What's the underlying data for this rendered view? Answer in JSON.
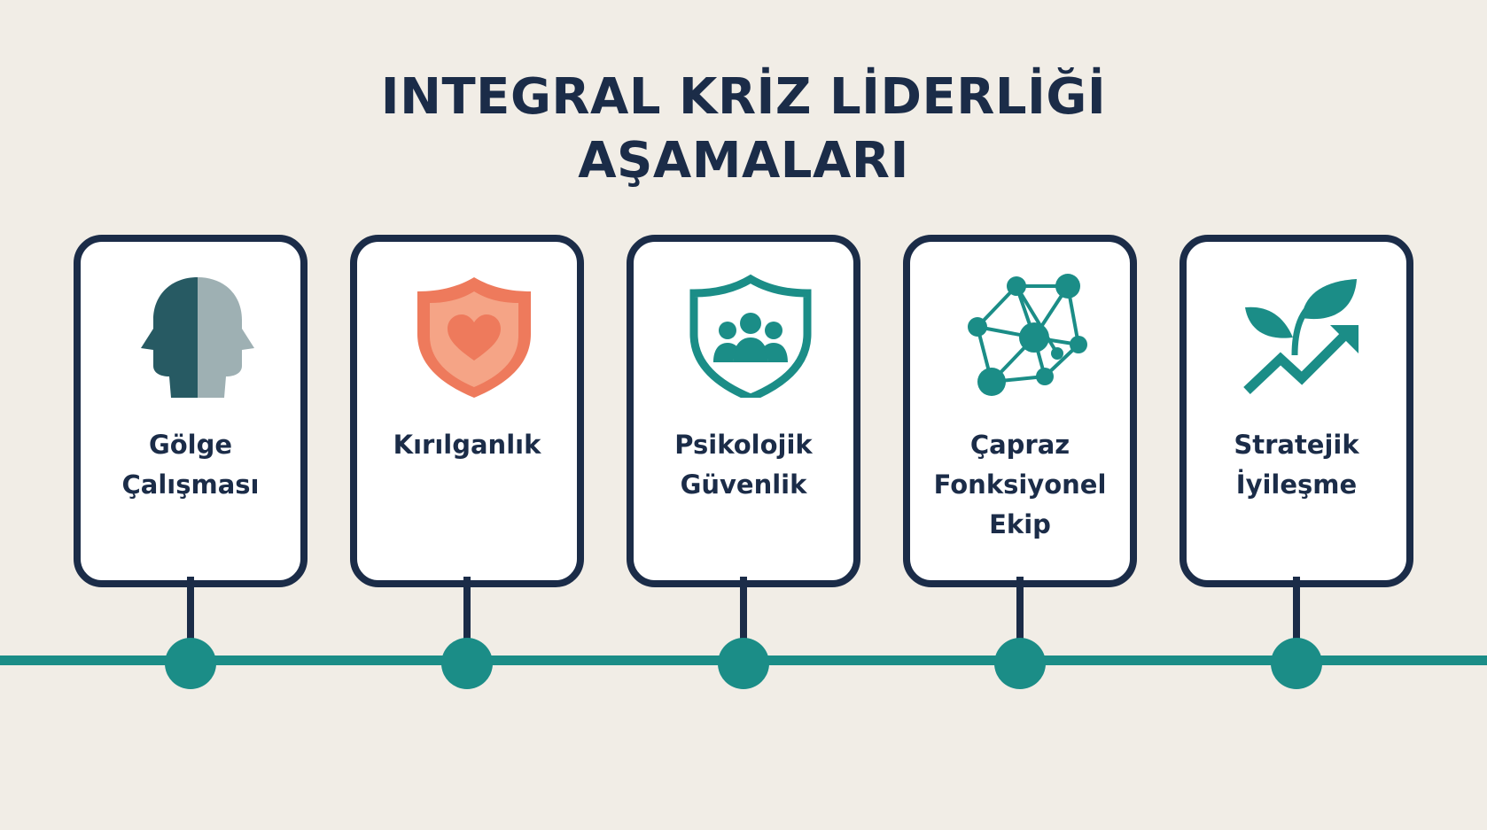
{
  "title": {
    "line1": "INTEGRAL KRİZ LİDERLİĞİ",
    "line2": "AŞAMALARI"
  },
  "stages": [
    {
      "label": [
        "Gölge",
        "Çalışması"
      ],
      "icon": "head-profile-icon"
    },
    {
      "label": [
        "Kırılganlık"
      ],
      "icon": "heart-shield-icon"
    },
    {
      "label": [
        "Psikolojik",
        "Güvenlik"
      ],
      "icon": "team-shield-icon"
    },
    {
      "label": [
        "Çapraz",
        "Fonksiyonel",
        "Ekip"
      ],
      "icon": "network-icon"
    },
    {
      "label": [
        "Stratejik",
        "İyileşme"
      ],
      "icon": "sprout-growth-icon"
    }
  ],
  "colors": {
    "navy": "#1b2c48",
    "teal": "#1b8d87",
    "coral": "#ee7a5c",
    "background": "#f1ede6"
  }
}
